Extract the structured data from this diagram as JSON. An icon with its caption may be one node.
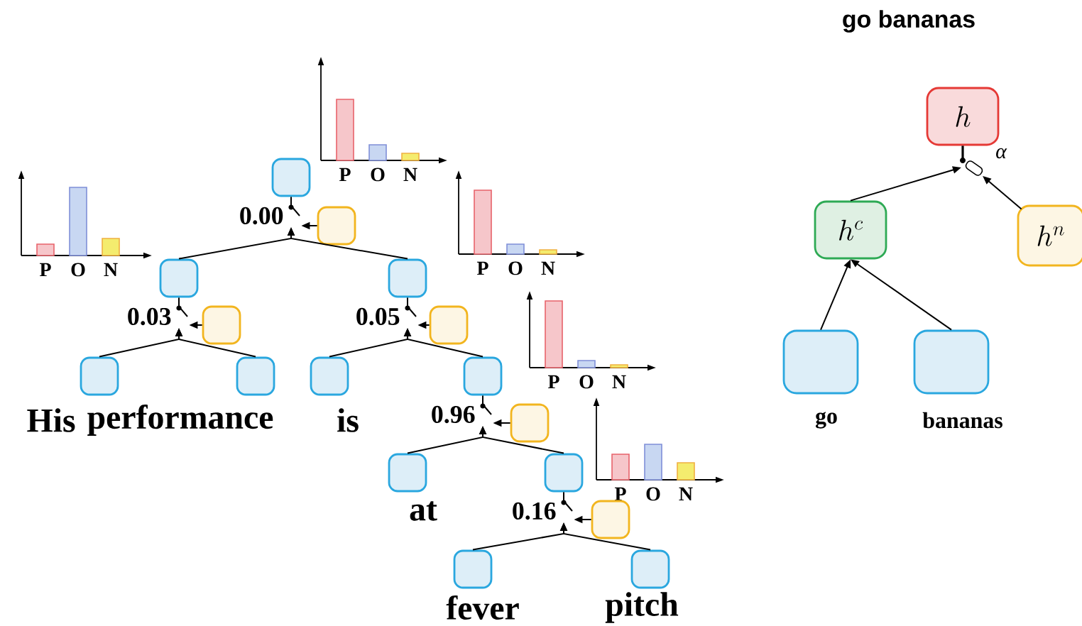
{
  "diagram": {
    "title": "go bananas",
    "nodes": [
      {
        "text": [],
        "shape": "box"
      },
      {
        "text": [],
        "shape": "box"
      },
      {
        "text": [],
        "shape": "box"
      },
      {
        "text": [],
        "shape": "box"
      },
      {
        "text": [],
        "shape": "box"
      },
      {
        "text": [],
        "shape": "box"
      },
      {
        "text": [],
        "shape": "box",
        "beside": [
          "His"
        ]
      },
      {
        "text": [],
        "shape": "box",
        "beside": [
          "performance"
        ]
      },
      {
        "text": [],
        "shape": "box",
        "beside": [
          "is"
        ]
      },
      {
        "text": [],
        "shape": "box"
      },
      {
        "text": [],
        "shape": "box"
      },
      {
        "text": [],
        "shape": "box",
        "beside": [
          "at"
        ]
      },
      {
        "text": [],
        "shape": "box"
      },
      {
        "text": [],
        "shape": "box"
      },
      {
        "text": [],
        "shape": "box",
        "beside": [
          "fever"
        ]
      },
      {
        "text": [],
        "shape": "box",
        "beside": [
          "pitch"
        ]
      },
      {
        "text": [
          "h"
        ]
      },
      {
        "text": [
          "h^c"
        ]
      },
      {
        "text": [
          "h^n"
        ]
      },
      {
        "text": [],
        "shape": "box",
        "beside": [
          "go"
        ]
      },
      {
        "text": [],
        "shape": "box",
        "beside": [
          "bananas"
        ]
      },
      {
        "text": [],
        "shape": "switch"
      },
      {
        "text": [],
        "shape": "switch"
      },
      {
        "text": [],
        "shape": "switch"
      },
      {
        "text": [],
        "shape": "switch"
      },
      {
        "text": [],
        "shape": "switch"
      },
      {
        "text": [],
        "shape": "switch"
      }
    ],
    "edges": [
      {
        "from": 2,
        "to": 21,
        "arrow": "to"
      },
      {
        "from": 3,
        "to": 21,
        "arrow": "to"
      },
      {
        "from": 1,
        "to": 21,
        "arrow": "to"
      },
      {
        "from": 21,
        "to": 0,
        "arrow": "none"
      },
      {
        "from": 6,
        "to": 22,
        "arrow": "to"
      },
      {
        "from": 7,
        "to": 22,
        "arrow": "to"
      },
      {
        "from": 4,
        "to": 22,
        "arrow": "to"
      },
      {
        "from": 22,
        "to": 2,
        "arrow": "none"
      },
      {
        "from": 8,
        "to": 23,
        "arrow": "to"
      },
      {
        "from": 9,
        "to": 23,
        "arrow": "to"
      },
      {
        "from": 5,
        "to": 23,
        "arrow": "to"
      },
      {
        "from": 23,
        "to": 3,
        "arrow": "none"
      },
      {
        "from": 11,
        "to": 24,
        "arrow": "to"
      },
      {
        "from": 12,
        "to": 24,
        "arrow": "to"
      },
      {
        "from": 10,
        "to": 24,
        "arrow": "to"
      },
      {
        "from": 24,
        "to": 9,
        "arrow": "none"
      },
      {
        "from": 14,
        "to": 25,
        "arrow": "to"
      },
      {
        "from": 15,
        "to": 25,
        "arrow": "to"
      },
      {
        "from": 13,
        "to": 25,
        "arrow": "to"
      },
      {
        "from": 25,
        "to": 12,
        "arrow": "none"
      },
      {
        "from": 19,
        "to": 17,
        "arrow": "to"
      },
      {
        "from": 20,
        "to": 17,
        "arrow": "to"
      },
      {
        "from": 17,
        "to": 26,
        "arrow": "to"
      },
      {
        "from": 18,
        "to": 26,
        "arrow": "to",
        "label": "α"
      },
      {
        "from": 26,
        "to": 16,
        "arrow": "none"
      }
    ],
    "labels": [
      "P",
      "O",
      "N",
      "P",
      "O",
      "N",
      "0.00",
      "P",
      "O",
      "N",
      "0.03",
      "0.05",
      "P",
      "O",
      "N",
      "0.96",
      "P",
      "O",
      "N",
      "0.16"
    ]
  }
}
